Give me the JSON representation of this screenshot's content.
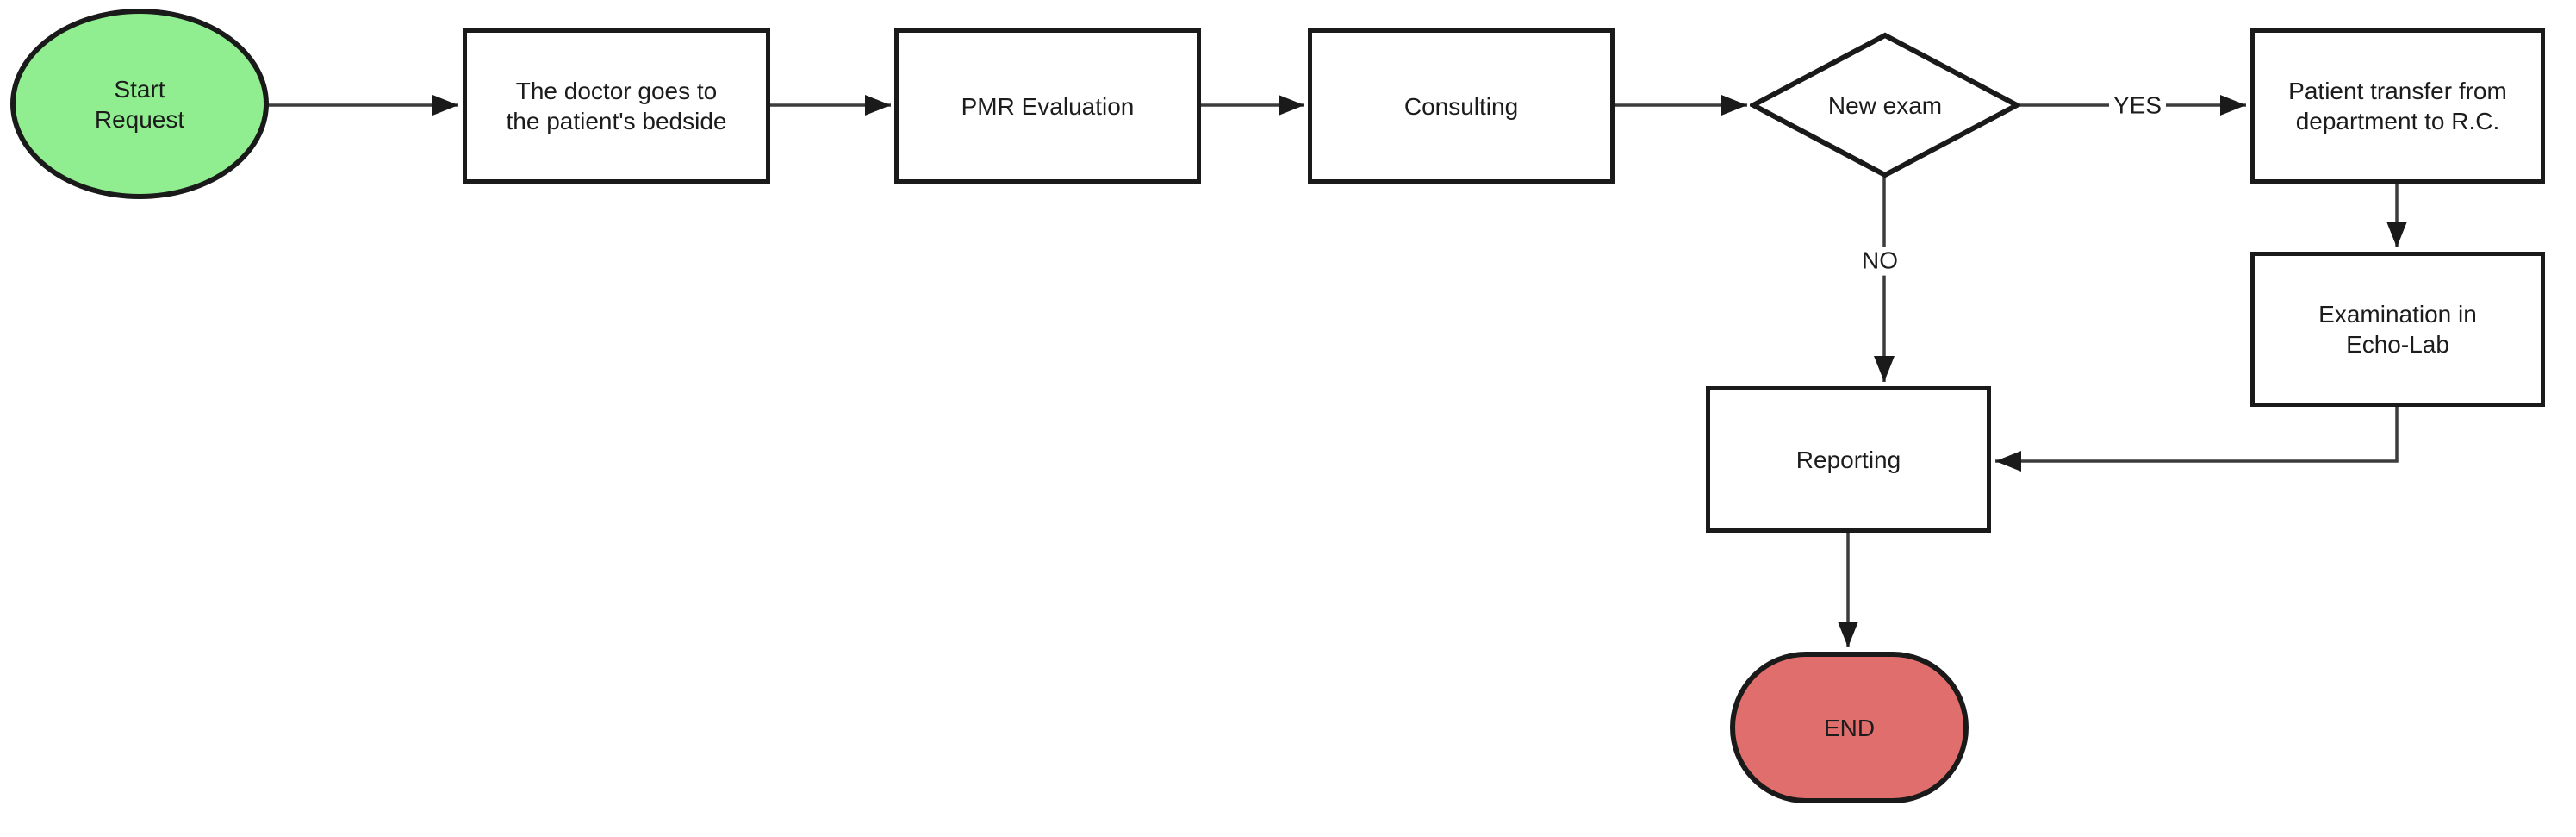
{
  "flowchart": {
    "nodes": [
      {
        "id": "start",
        "type": "terminator",
        "label": "Start\nRequest",
        "fill": "#90ee90"
      },
      {
        "id": "doctor-bedside",
        "type": "process",
        "label": "The doctor goes to\nthe patient's bedside",
        "fill": "#ffffff"
      },
      {
        "id": "pmr-evaluation",
        "type": "process",
        "label": "PMR Evaluation",
        "fill": "#ffffff"
      },
      {
        "id": "consulting",
        "type": "process",
        "label": "Consulting",
        "fill": "#ffffff"
      },
      {
        "id": "new-exam",
        "type": "decision",
        "label": "New exam",
        "fill": "#ffffff"
      },
      {
        "id": "patient-transfer",
        "type": "process",
        "label": "Patient transfer from\ndepartment to R.C.",
        "fill": "#ffffff"
      },
      {
        "id": "echo-lab",
        "type": "process",
        "label": "Examination in\nEcho-Lab",
        "fill": "#ffffff"
      },
      {
        "id": "reporting",
        "type": "process",
        "label": "Reporting",
        "fill": "#ffffff"
      },
      {
        "id": "end",
        "type": "terminator",
        "label": "END",
        "fill": "#e06e6c"
      }
    ],
    "edges": [
      {
        "from": "start",
        "to": "doctor-bedside",
        "label": ""
      },
      {
        "from": "doctor-bedside",
        "to": "pmr-evaluation",
        "label": ""
      },
      {
        "from": "pmr-evaluation",
        "to": "consulting",
        "label": ""
      },
      {
        "from": "consulting",
        "to": "new-exam",
        "label": ""
      },
      {
        "from": "new-exam",
        "to": "patient-transfer",
        "label": "YES"
      },
      {
        "from": "new-exam",
        "to": "reporting",
        "label": "NO"
      },
      {
        "from": "patient-transfer",
        "to": "echo-lab",
        "label": ""
      },
      {
        "from": "echo-lab",
        "to": "reporting",
        "label": ""
      },
      {
        "from": "reporting",
        "to": "end",
        "label": ""
      }
    ],
    "colors": {
      "start_fill": "#90ee90",
      "end_fill": "#e06e6c",
      "node_stroke": "#1a1a1a",
      "line_stroke": "#3c3c3c",
      "background": "#ffffff",
      "text": "#1c1c1c"
    }
  }
}
